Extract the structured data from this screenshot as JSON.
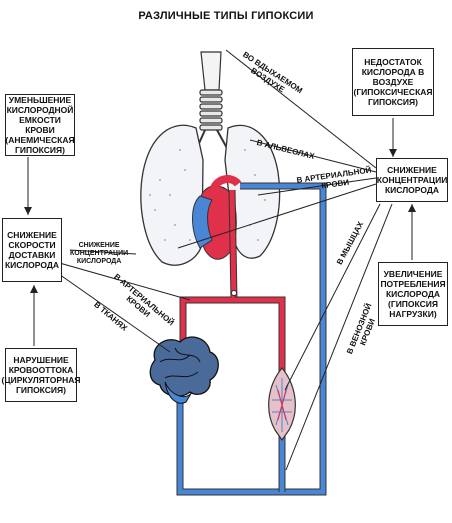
{
  "title": "РАЗЛИЧНЫЕ ТИПЫ ГИПОКСИИ",
  "boxes": {
    "left_top": [
      "УМЕНЬШЕНИЕ",
      "КИСЛОРОДНОЙ",
      "ЕМКОСТИ КРОВИ",
      "(АНЕМИЧЕСКАЯ",
      "ГИПОКСИЯ)"
    ],
    "left_mid": [
      "СНИЖЕНИЕ",
      "СКОРОСТИ",
      "ДОСТАВКИ",
      "КИСЛОРОДА"
    ],
    "left_bottom": [
      "НАРУШЕНИЕ",
      "КРОВООТТОКА",
      "(ЦИРКУЛЯТОРНАЯ",
      "ГИПОКСИЯ)"
    ],
    "right_top": [
      "НЕДОСТАТОК",
      "КИСЛОРОДА В",
      "ВОЗДУХЕ",
      "(ГИПОКСИЧЕСКАЯ",
      "ГИПОКСИЯ)"
    ],
    "right_mid": [
      "СНИЖЕНИЕ",
      "КОНЦЕНТРАЦИИ",
      "КИСЛОРОДА"
    ],
    "right_bottom": [
      "УВЕЛИЧЕНИЕ",
      "ПОТРЕБЛЕНИЯ",
      "КИСЛОРОДА",
      "(ГИПОКСИЯ",
      "НАГРУЗКИ)"
    ]
  },
  "labels": {
    "inhaled_air": [
      "ВО ВДЫХАЕМОМ",
      "ВОЗДУХЕ"
    ],
    "alveoli": "В АЛЬВЕОЛАХ",
    "arterial_blood_top": [
      "В АРТЕРИАЛЬНОЙ",
      "КРОВИ"
    ],
    "center_conc": [
      "СНИЖЕНИЕ",
      "КОНЦЕНТРАЦИИ",
      "КИСЛОРОДА"
    ],
    "arterial_blood_left": [
      "В АРТЕРИАЛЬНОЙ",
      "КРОВИ"
    ],
    "tissues": "В ТКАНЯХ",
    "muscles": "В МЫШЦАХ",
    "venous_blood": [
      "В ВЕНОЗНОЙ",
      "КРОВИ"
    ]
  },
  "colors": {
    "arterial": "#e0304a",
    "venous": "#4a86d6",
    "lung_fill": "#f2f4f8",
    "line": "#222222"
  }
}
